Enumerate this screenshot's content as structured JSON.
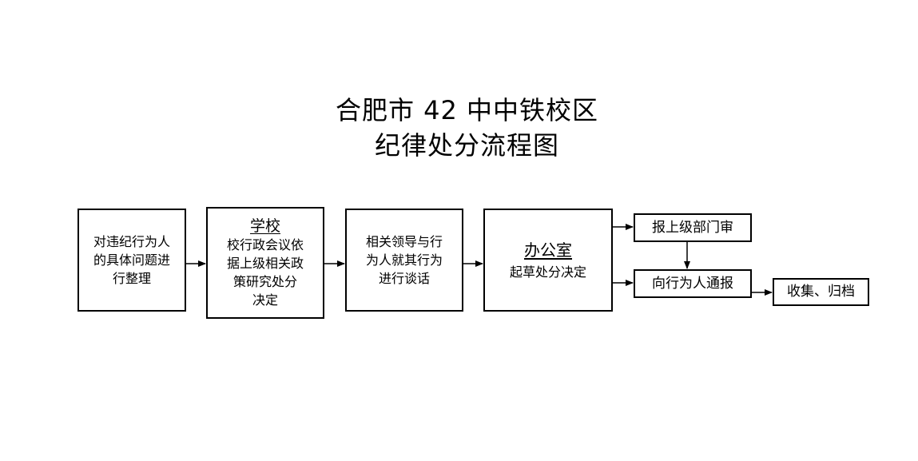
{
  "title": {
    "line1": "合肥市 42 中中铁校区",
    "line2": "纪律处分流程图"
  },
  "steps": {
    "step1": {
      "lines": [
        "对违纪行为人",
        "的具体问题进",
        "行整理"
      ]
    },
    "step2": {
      "heading": "学校",
      "lines": [
        "校行政会议依",
        "据上级相关政",
        "策研究处分",
        "决定"
      ]
    },
    "step3": {
      "lines": [
        "相关领导与行",
        "为人就其行为",
        "进行谈话"
      ]
    },
    "step4": {
      "heading": "办公室",
      "lines": [
        "起草处分决定"
      ]
    },
    "step5": {
      "label": "报上级部门审"
    },
    "step6": {
      "label": "向行为人通报"
    },
    "step7": {
      "label": "收集、归档"
    }
  }
}
